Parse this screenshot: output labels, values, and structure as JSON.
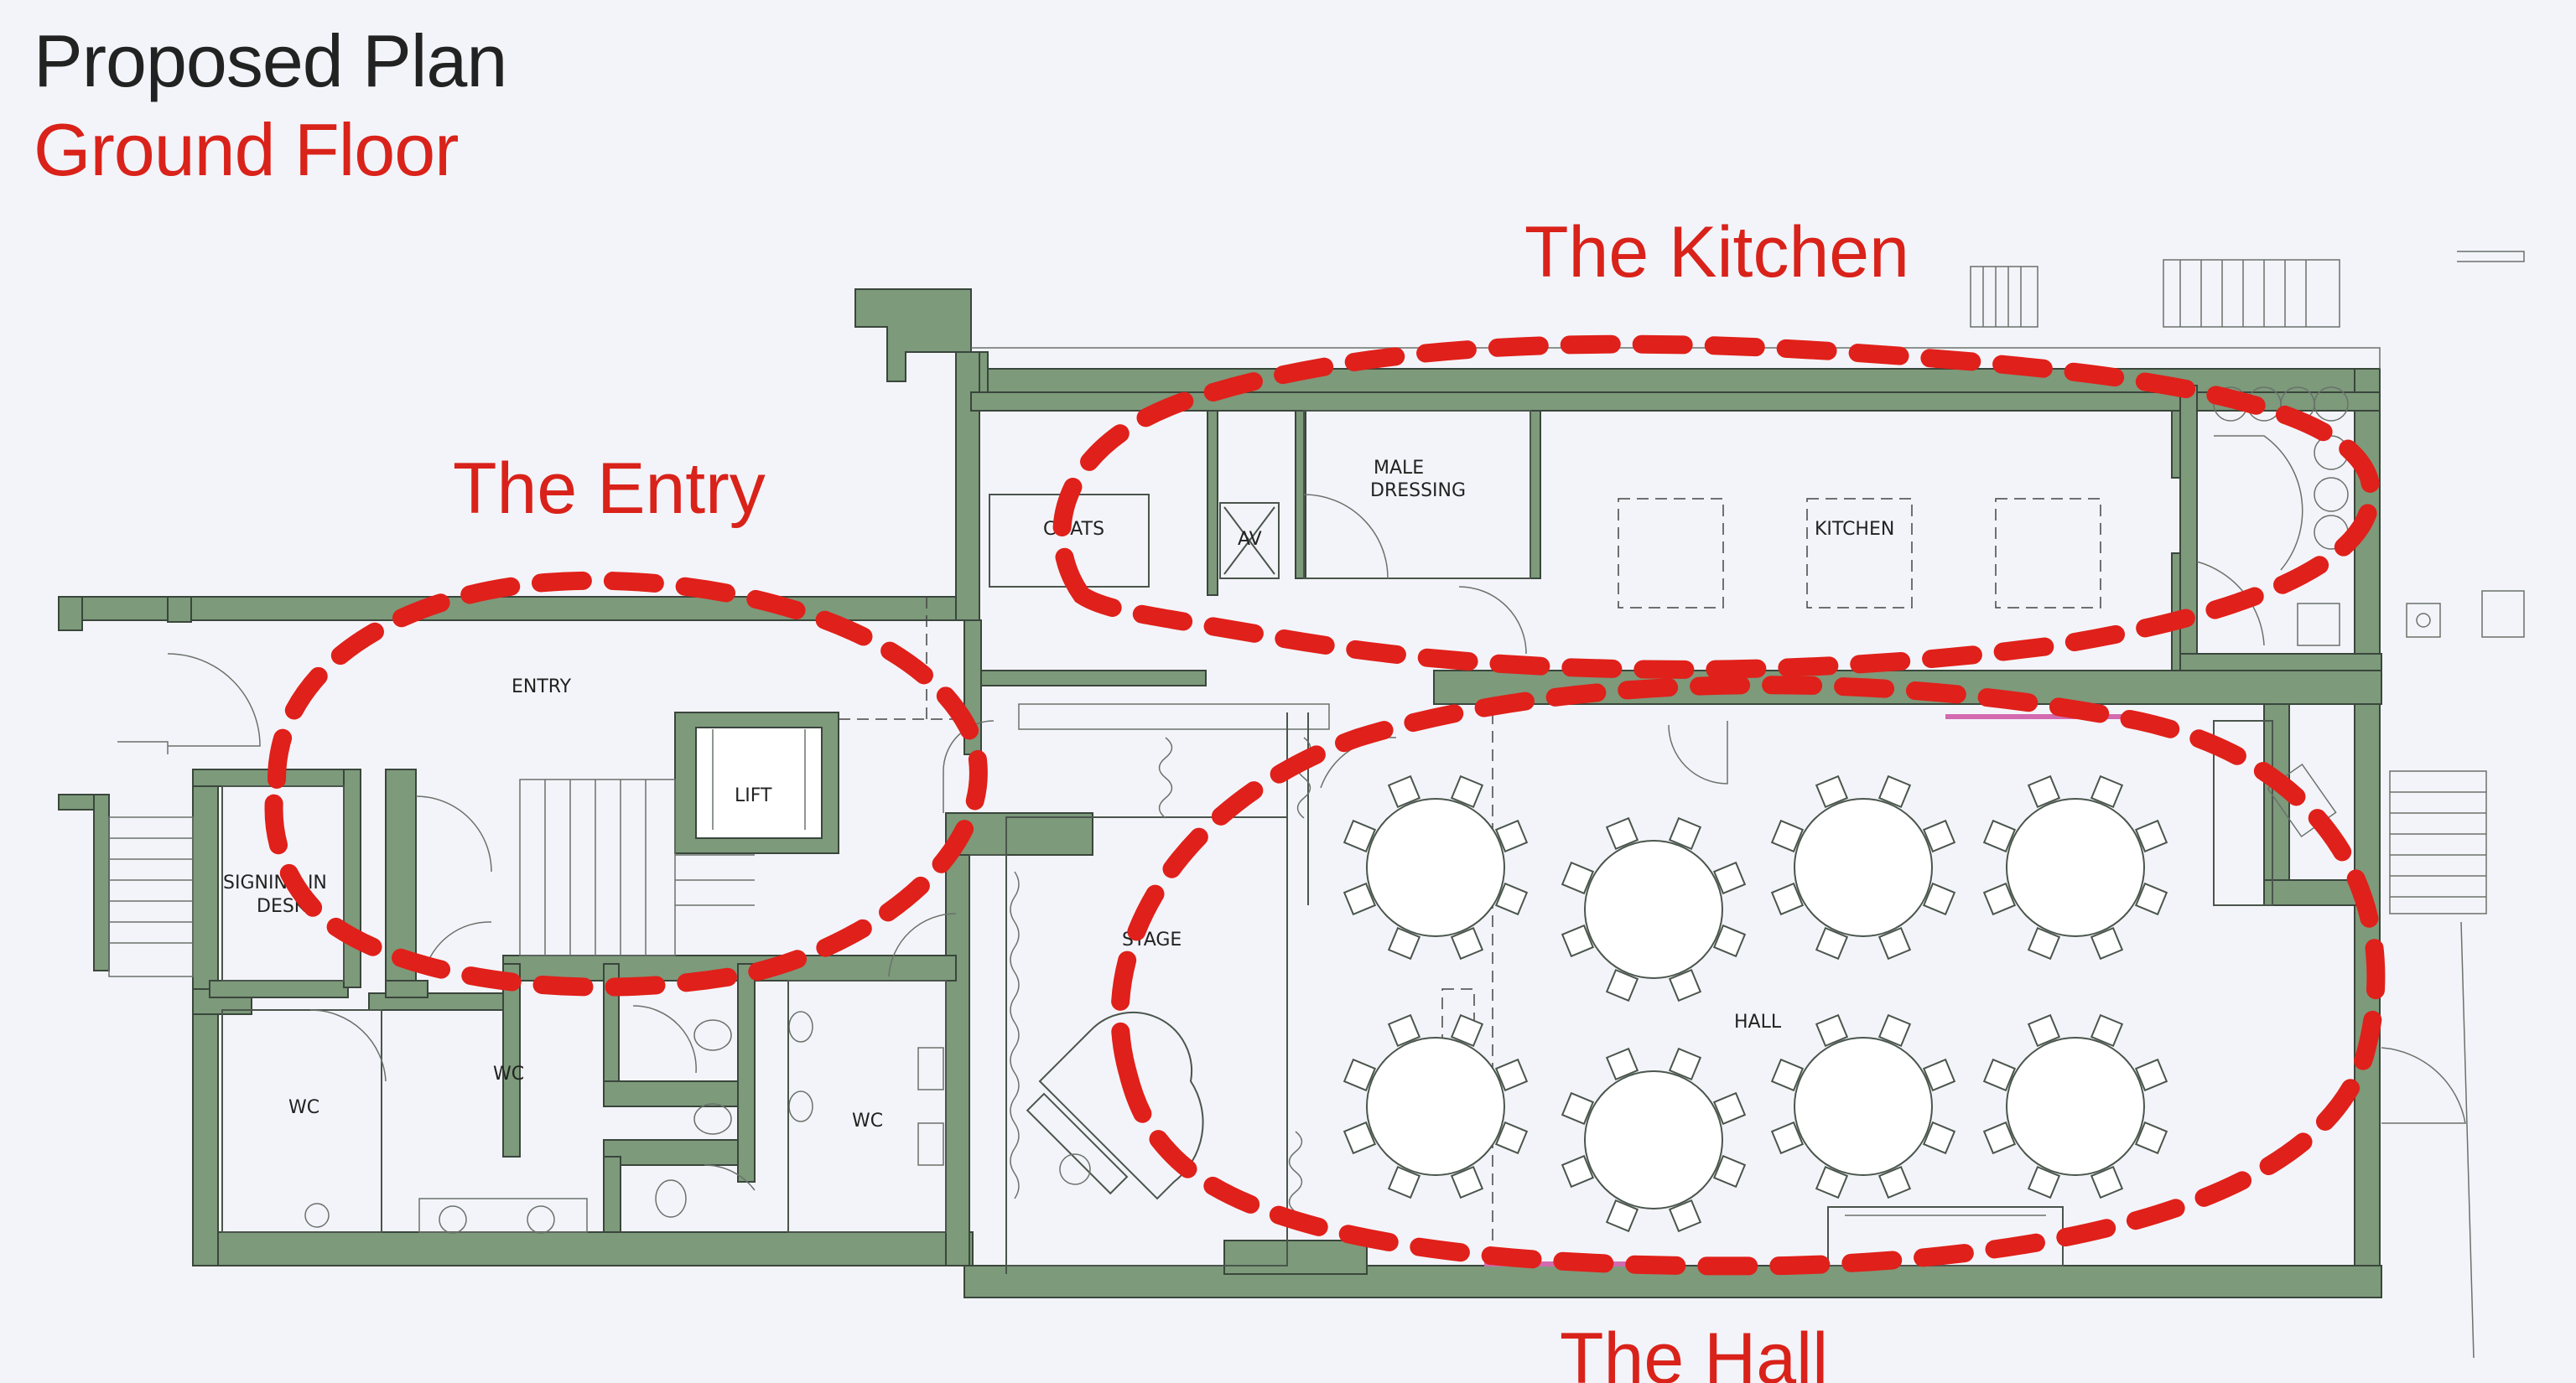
{
  "header": {
    "title": "Proposed Plan",
    "subtitle": "Ground Floor"
  },
  "zones": {
    "kitchen": "The Kitchen",
    "entry": "The Entry",
    "hall": "The Hall"
  },
  "rooms": {
    "coats": "COATS",
    "av": "AV",
    "male_dressing_line1": "MALE",
    "male_dressing_line2": "DRESSING",
    "kitchen": "KITCHEN",
    "entry": "ENTRY",
    "lift": "LIFT",
    "signing_in_line1": "SIGNING IN",
    "signing_in_line2": "DESK",
    "stage": "STAGE",
    "hall": "HALL",
    "wc_left": "WC",
    "wc_middle": "WC",
    "wc_right": "WC"
  },
  "colors": {
    "wall": "#7d9a7b",
    "zone_outline": "#e0201a",
    "background": "#f3f4f9"
  }
}
